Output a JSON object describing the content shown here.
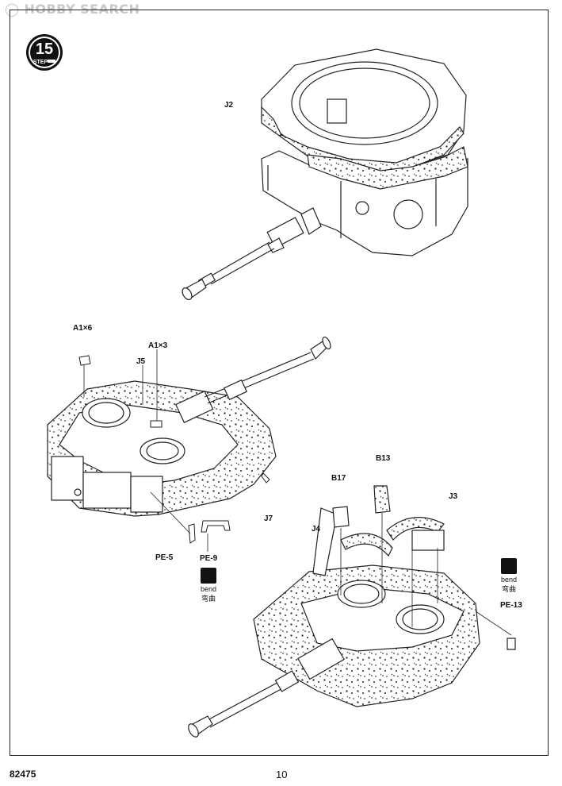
{
  "watermark": {
    "brand": "HOBBY SEARCH"
  },
  "step": {
    "number": "15",
    "word": "STEP"
  },
  "labels": {
    "j2": "J2",
    "a1x6": "A1×6",
    "a1x3": "A1×3",
    "j5": "J5",
    "j7": "J7",
    "pe5": "PE-5",
    "pe9": "PE-9",
    "b13": "B13",
    "b17": "B17",
    "j3": "J3",
    "j4": "J4",
    "pe13": "PE-13"
  },
  "bend_notes": [
    {
      "en": "bend",
      "cn": "弯曲"
    },
    {
      "en": "bend",
      "cn": "弯曲"
    }
  ],
  "footer": {
    "kit_number": "82475",
    "page_number": "10"
  }
}
